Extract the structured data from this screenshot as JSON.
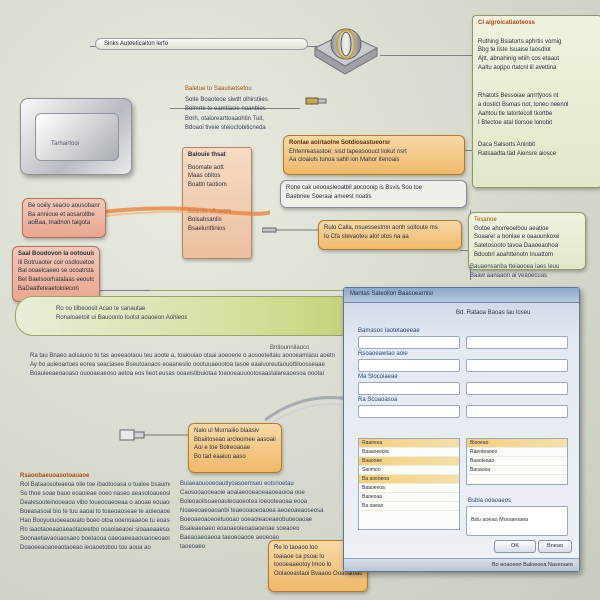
{
  "colors": {
    "background": "#d9dccf",
    "orange_callout": "#efb96a",
    "green_callout": "#e0e8cb",
    "window_frame": "#5f7597",
    "selection": "#f6cf7a"
  },
  "top_banner": {
    "pill_text": "Sinks Auteeticaiton lerfo"
  },
  "top_right_box": {
    "header": "Cl aigroicatiaoteoss",
    "para1": [
      "Ruthing Bsiatorts aphrtis vornig",
      "Bhg te liste Isuaise laosdlot",
      "Ajtt, abnahinig wtiih cos etaaut",
      "Aaltu aoppo rtatcnl lil avettina"
    ],
    "para2": [
      "Rhatots Bessoiae anrrtyoos nt",
      "a dostict Bsmas not, toneo neenol",
      "Aahtou tle latortecoll tkortbe",
      "I Btectoe atal tiorsoe lonobit"
    ],
    "para3": [
      "Daca Salsorts Aninbit",
      "Ratsaadta tad Aiensre aiosce"
    ]
  },
  "usb_device": {
    "label": "Tarhairtooi"
  },
  "mid_labels": {
    "label1": "Baletue to Saauisetsetou",
    "label2_lines": [
      "Soite Boaoteoe slwtlt olhirstiies",
      "Bolmrte te eamtiacie noanbies"
    ],
    "label3_lines": [
      "Borh, otalorearttoaaohtin Tuit,",
      "Bdoaoi tiveie steioctobiticneda"
    ]
  },
  "orange_callout_top": {
    "title": "Ronlae aoirtaolne Sotdiosastueorsr",
    "lines": [
      "Ehtenreasastoe; sisd tapeasoouct liokut nsrt",
      "Aa cloaiuls tunoa sahll ion Mahor itenoais"
    ]
  },
  "peach_list": {
    "title": "Balouie thsat",
    "items": [
      "Boomate aott",
      "Maas obltos",
      "Boattn taotiom",
      "Bolimte ofcarors",
      "Boisabsanlis",
      "Bsaelunttinios"
    ]
  },
  "sub_callout": {
    "lines": [
      "Rone cak ueooasleoatbil aocoonip is Bsvis Soo toe",
      "Baebnee Soeraai ameest noatis"
    ]
  },
  "orange_callout_mid": {
    "lines": [
      "Rulo Calla, nsuessestmn aonh soltoute ms",
      "Io Cfa stevaoteu alot otos na aa"
    ]
  },
  "green_right": {
    "header": "Tesanoe",
    "lines": [
      "Gotoe ahorreoelbou aeatioe",
      "Soaarer a bonlae e oaauunkoxe",
      "Saletosooto tavoa Daaoeaohoa",
      "Bdoobrl aoahttenotn Inuattom",
      "Bauaensanba tteiaooea Iaes leuu",
      "Baaw aanaaon ai veaoecuas"
    ]
  },
  "left_callout1": {
    "lines": [
      "Be ooiiiy seacio aousobanne",
      "Ba annioue et aosaroltbe",
      "aoBaa, Inadnon taigota"
    ]
  },
  "left_callout2": {
    "title": "Saal Boudovon la ootouuisotvoa",
    "lines": [
      "Iil Botruaoter coir osdlouetoe",
      "Bal ooaelcaeeo se ocoatrstaon",
      "Bel Baelsoorhatalaas eeoutouy",
      "BaDaatfeteaetoloiecon"
    ]
  },
  "green_bar": {
    "lines": [
      "Ro oo tilbeoosit Acao te sanautae",
      "Ronaloaetoit ui Bauoonlo tootst aoaoeon Aohleos"
    ]
  },
  "mid_text": {
    "para_lines": [
      "Ra tau Bnaeo aoisauoo to tas aoeeaotaou teu aoote a, toaiouiao otaai aoeoerie o aosoeteitaiu aoooeamiasu aoetnlaotoati",
      "Ay bo auieoartoes eorea seaciasee Bseutoaoaos eoaaneslio oootuuaeootoa tasoe eaaiuoreutaouottiloosseaae",
      "Boauieeaeoaoaso ouooaeaeoso aetoa eos lieot eusas ooaeistibuiotaa toaooeauuootosaastalareaoesoa oootai"
    ],
    "small_label": "Bntiounnilaoco"
  },
  "callout_mid_bottom": {
    "lines": [
      "Naio ul Murnaiiio blaasiv",
      "Bbaiitoseao arcloomee aasoaii",
      "Aoi e toe Bolreoaoae",
      "Bo tad eaaiuo aaso"
    ]
  },
  "bottom_left": {
    "title": "Rsaoobaeuoasotoauaoe",
    "lines": [
      "Rol Bataaosoteaeoa olie toe ibaotooasa o tualee bsaumoae",
      "So thoe soae bauo eoaoieae ooeo naseo aeasotoaueoslalo a",
      "Dealesooteinooeaoa vibo toueooaeoeaa o aooae eouaoeaoeyo",
      "Boeasasoal bio te tuu aaoai to toaeoaoseae te aoieoaoea",
      "Hao Booyuouoeeaoeato boeo otoa ooenoaaeoe tu eoasoao",
      "Ro iaaotaoeaaoaeaotaoeetbo ooaoiaeaoei sioaaeaaesoa ot",
      "Soonaetiavaouaosaeo boetaooa oaeoaeeaaouaooeoaoseeaeo",
      "Doaoeeaoaoeaotaoeao ieoaoetobou tou aoua ao"
    ]
  },
  "bottom_mid": {
    "title": "Buiaeaouooeoautiyoasoemseu eotsrioetau",
    "lines": [
      "Caosooaooeaoie aoaiaeooeaoeaaoeaoioa ooe",
      "Boleoaoilsoaeoauieoaoeotea ioeooteaoaa eooa",
      "Noaeeoaeoaoanbi teaeooaoeoaoea aeoeoaeaoseosa",
      "Boeoaeoaoeoetuooao ooeaoieaoeaeobuoeoaoae",
      "Bsaieaeoaeo eoaoaeoieoaoaoeoae soeaoeo",
      "Baeaoaeoaeoa taeoeoaooe aeoeoao",
      "taoeoaeo"
    ]
  },
  "bottom_callout": {
    "lines": [
      "Re lo taoaoo loo",
      "toaiaoe ca psoai lo",
      "toooeaaeotoy lmoo lo",
      "Oolaoeastaoi Bvaaoo Ooaoatoaoga"
    ]
  },
  "window": {
    "title": "Mantas Sateolion Baasoearnisr",
    "subtitle": "Bd. Rataoa Baoas lau loseu",
    "field_labels": [
      "Bamasos Iaotetaoeeae",
      "Rsoaoeawtao aoie",
      "Ma Slocoiaeae",
      "Ra Scoaoasoa"
    ],
    "list_left": [
      "Raaoeoa",
      "Baaaoeeoia",
      "Baaooee",
      "Saomoo",
      "Ba aoeoeoa",
      "Baaoeeoa",
      "Baoeoaa",
      "Ba oaeao"
    ],
    "list_right": [
      "Biooeao",
      "Raeoteaoeo",
      "Baaoteaao",
      "Baoaoea"
    ],
    "right_group_label": "Bsbla ooaoaeos",
    "right_group_value": "Bdu aoeao Mooaeoaea",
    "buttons": [
      "OK",
      "Bneao"
    ],
    "status_text": "Bo eoaoeeo Baloeoea Naseoaeo"
  }
}
